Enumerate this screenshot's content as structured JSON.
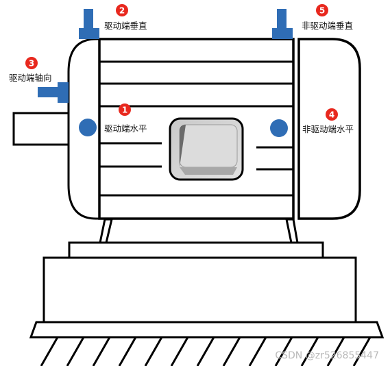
{
  "points": [
    {
      "id": "p1",
      "number": "1",
      "label": "驱动端水平"
    },
    {
      "id": "p2",
      "number": "2",
      "label": "驱动端垂直"
    },
    {
      "id": "p3",
      "number": "3",
      "label": "驱动端轴向"
    },
    {
      "id": "p4",
      "number": "4",
      "label": "非驱动端水平"
    },
    {
      "id": "p5",
      "number": "5",
      "label": "非驱动端垂直"
    }
  ],
  "colors": {
    "sensor": "#2f6db5",
    "marker": "#e8281e",
    "outline": "#000000",
    "junction_box": "#d6d6d6"
  },
  "watermark": "CSDN @zr526855447"
}
